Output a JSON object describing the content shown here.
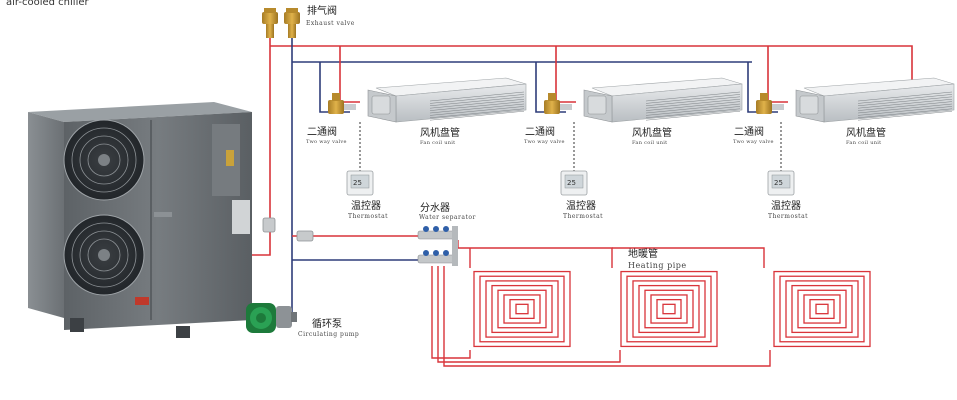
{
  "caption": "air-cooled chiller",
  "colors": {
    "supply": "#d9343a",
    "return": "#2f3d7a",
    "unit_body": "#6d7276"
  },
  "labels": {
    "exhaust_valve": {
      "zh": "排气阀",
      "en": "Exhaust valve"
    },
    "two_way_valve": {
      "zh": "二通阀",
      "en": "Two way valve"
    },
    "fan_coil": {
      "zh": "风机盘管",
      "en": "Fan coil unit"
    },
    "thermostat": {
      "zh": "温控器",
      "en": "Thermostat",
      "display": "25"
    },
    "water_separator": {
      "zh": "分水器",
      "en": "Water separator"
    },
    "heating_pipe": {
      "zh": "地暖管",
      "en": "Heating pipe"
    },
    "circulating_pump": {
      "zh": "循环泵",
      "en": "Circulating pump"
    }
  },
  "fan_coil_units": 3,
  "floor_heating_loops": 3,
  "icons": [
    "heat-pump-unit",
    "fan-coil-unit",
    "two-way-valve-icon",
    "thermostat-icon",
    "circulating-pump-icon",
    "exhaust-valve-icon",
    "water-separator-icon"
  ]
}
